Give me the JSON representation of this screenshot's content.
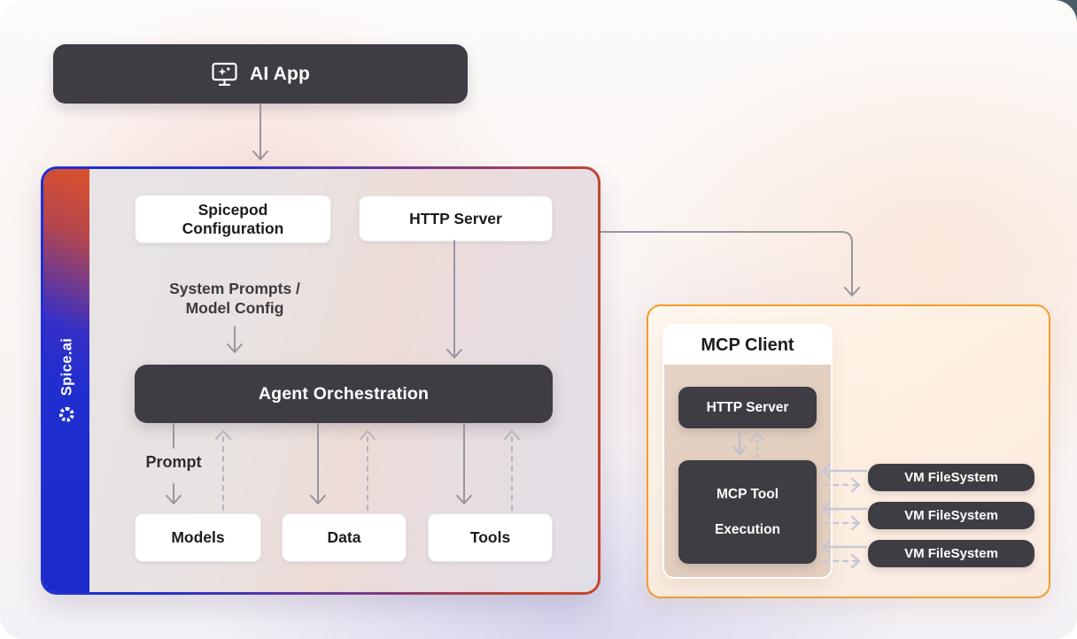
{
  "header": {
    "ai_app_label": "AI App"
  },
  "spice": {
    "brand": "Spice.ai",
    "spicepod_line1": "Spicepod",
    "spicepod_line2": "Configuration",
    "http_server": "HTTP Server",
    "system_prompts_line1": "System Prompts /",
    "system_prompts_line2": "Model Config",
    "agent_orchestration": "Agent Orchestration",
    "prompt_label": "Prompt",
    "models": "Models",
    "data": "Data",
    "tools": "Tools"
  },
  "mcp": {
    "title": "MCP Client",
    "http_server": "HTTP Server",
    "tool_execution_line1": "MCP Tool",
    "tool_execution_line2": "Execution",
    "vm_filesystems": [
      "VM FileSystem",
      "VM FileSystem",
      "VM FileSystem"
    ]
  },
  "colors": {
    "dark_box": "#3E3D43",
    "spice_blue": "#1C2DD2",
    "spice_orange": "#E05227",
    "mcp_border": "#F59C2B",
    "arrow_solid": "#97959E",
    "arrow_dashed": "#B6B4BC",
    "arrow_lavender": "#C8C6D6"
  }
}
